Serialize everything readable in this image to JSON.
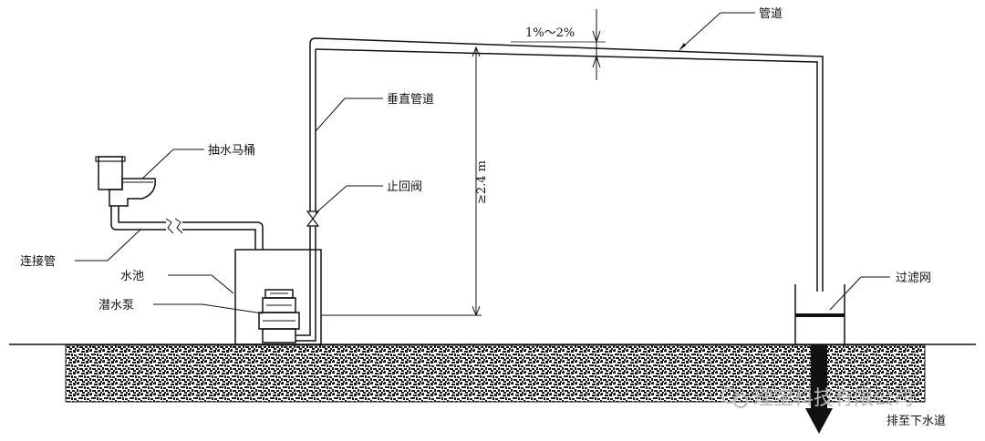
{
  "labels": {
    "pipe": "管道",
    "slope": "1%～2%",
    "vertical_pipe": "垂直管道",
    "toilet": "抽水马桶",
    "check_valve": "止回阀",
    "height": "≥2.4 m",
    "connecting_pipe": "连接管",
    "tank": "水池",
    "pump": "潜水泵",
    "filter": "过滤网",
    "drain": "排至下水道"
  },
  "watermark": "理宝科技有限公司",
  "colors": {
    "line": "#111111",
    "soil": "#1a1a1a",
    "watermark": "#b9b9b9"
  }
}
